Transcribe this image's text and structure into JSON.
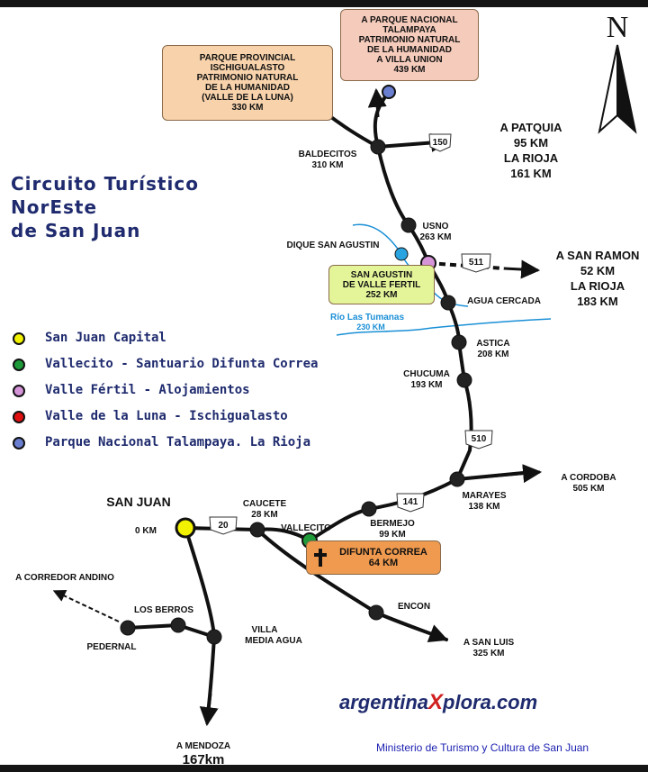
{
  "title": {
    "line1": "Circuito Turístico",
    "line2": "NorEste",
    "line3": "de San Juan"
  },
  "compass": "N",
  "legend": [
    {
      "color": "#f2f200",
      "label": "San Juan Capital"
    },
    {
      "color": "#1f9a3a",
      "label": "Vallecito - Santuario Difunta Correa"
    },
    {
      "color": "#d694d8",
      "label": "Valle Fértil - Alojamientos"
    },
    {
      "color": "#e01010",
      "label": "Valle de la Luna - Ischigualasto"
    },
    {
      "color": "#6a7ed0",
      "label": "Parque Nacional Talampaya. La Rioja"
    }
  ],
  "boxes": {
    "ischigualasto": [
      "PARQUE PROVINCIAL",
      "ISCHIGUALASTO",
      "PATRIMONIO NATURAL",
      "DE LA HUMANIDAD",
      "(VALLE DE LA LUNA)",
      "330 KM"
    ],
    "talampaya": [
      "A PARQUE NACIONAL",
      "TALAMPAYA",
      "PATRIMONIO NATURAL",
      "DE LA HUMANIDAD",
      "A VILLA UNION",
      "439 KM"
    ],
    "san_agustin": [
      "SAN AGUSTIN",
      "DE VALLE FERTIL",
      "252 KM"
    ],
    "difunta_correa": [
      "DIFUNTA CORREA",
      "64 KM"
    ]
  },
  "places": {
    "baldecitos": "BALDECITOS",
    "baldecitos_km": "310 KM",
    "usno": "USNO",
    "usno_km": "263 KM",
    "dique": "DIQUE SAN AGUSTIN",
    "agua_cercada": "AGUA CERCADA",
    "rio": "Río Las Tumanas",
    "rio_km": "230 KM",
    "astica": "ASTICA",
    "astica_km": "208 KM",
    "chucuma": "CHUCUMA",
    "chucuma_km": "193 KM",
    "marayes": "MARAYES",
    "marayes_km": "138 KM",
    "bermejo": "BERMEJO",
    "bermejo_km": "99 KM",
    "vallecito": "VALLECITO",
    "caucete": "CAUCETE",
    "caucete_km": "28 KM",
    "san_juan": "SAN JUAN",
    "san_juan_km": "0 KM",
    "encon": "ENCON",
    "los_berros": "LOS BERROS",
    "pedernal": "PEDERNAL",
    "villa": "VILLA",
    "media_agua": "MEDIA AGUA"
  },
  "destinations": {
    "patquia": [
      "A PATQUIA",
      "95 KM",
      "LA RIOJA",
      "161 KM"
    ],
    "san_ramon": [
      "A SAN RAMON",
      "52 KM",
      "LA RIOJA",
      "183 KM"
    ],
    "cordoba": [
      "A CORDOBA",
      "505 KM"
    ],
    "san_luis": [
      "A SAN LUIS",
      "325 KM"
    ],
    "mendoza": [
      "A MENDOZA",
      "167km"
    ],
    "corredor": "A CORREDOR ANDINO"
  },
  "routes": {
    "r150": "150",
    "r511": "511",
    "r510": "510",
    "r141": "141",
    "r20": "20"
  },
  "brand": {
    "a": "argentina",
    "x": "X",
    "b": "plora.com"
  },
  "ministry": "Ministerio de Turismo y Cultura de San Juan",
  "colors": {
    "title": "#1f2b6e",
    "ministry": "#1a1fb0",
    "box_ischigualasto": "#f7d2ab",
    "box_talampaya": "#f5cbbb",
    "box_san_agustin": "#e4f599",
    "box_difunta": "#ef9a4e",
    "river": "#1a8fd6"
  }
}
